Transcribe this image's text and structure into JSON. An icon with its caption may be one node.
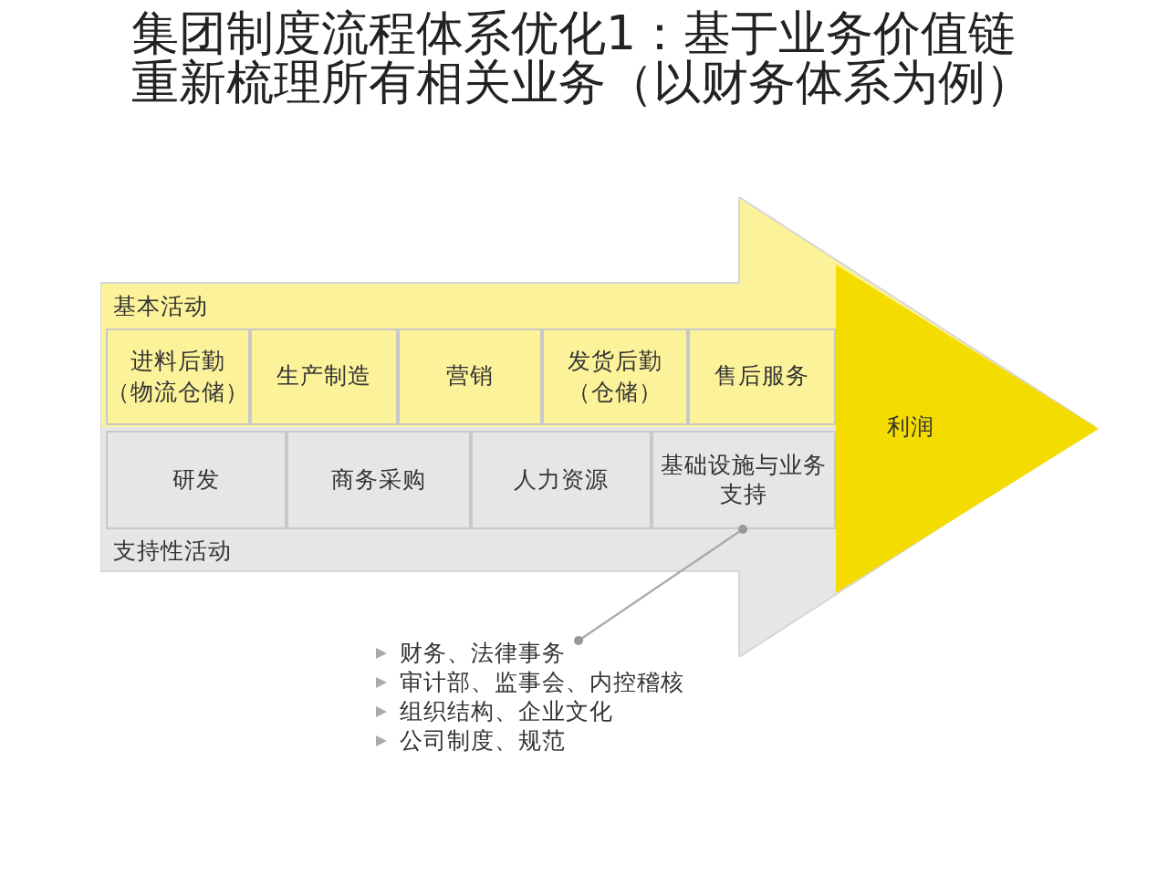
{
  "diagram": {
    "title": "集团制度流程体系优化1：基于业务价值链重新梳理所有相关业务（以财务体系为例）",
    "nodes": [
      {
        "text": [],
        "shape": "arrow"
      },
      {
        "text": [
          "基本活动"
        ],
        "in": 0
      },
      {
        "text": [
          "进料后勤（物流仓储）"
        ],
        "in": 0
      },
      {
        "text": [
          "生产制造"
        ],
        "in": 0
      },
      {
        "text": [
          "营销"
        ],
        "in": 0
      },
      {
        "text": [
          "发货后勤（仓储）"
        ],
        "in": 0
      },
      {
        "text": [
          "售后服务"
        ],
        "in": 0
      },
      {
        "text": [
          "研发"
        ],
        "in": 0
      },
      {
        "text": [
          "商务采购"
        ],
        "in": 0
      },
      {
        "text": [
          "人力资源"
        ],
        "in": 0
      },
      {
        "text": [
          "基础设施与业务支持"
        ],
        "in": 0
      },
      {
        "text": [
          "支持性活动"
        ],
        "in": 0
      },
      {
        "text": [
          "利润"
        ],
        "in": 0
      },
      {
        "text": [
          "财务、法律事务",
          "审计部、监事会、内控稽核",
          "组织结构、企业文化",
          "公司制度、规范"
        ]
      }
    ],
    "edges": [
      {
        "from": 13,
        "to": 10,
        "arrow": "other"
      }
    ]
  }
}
